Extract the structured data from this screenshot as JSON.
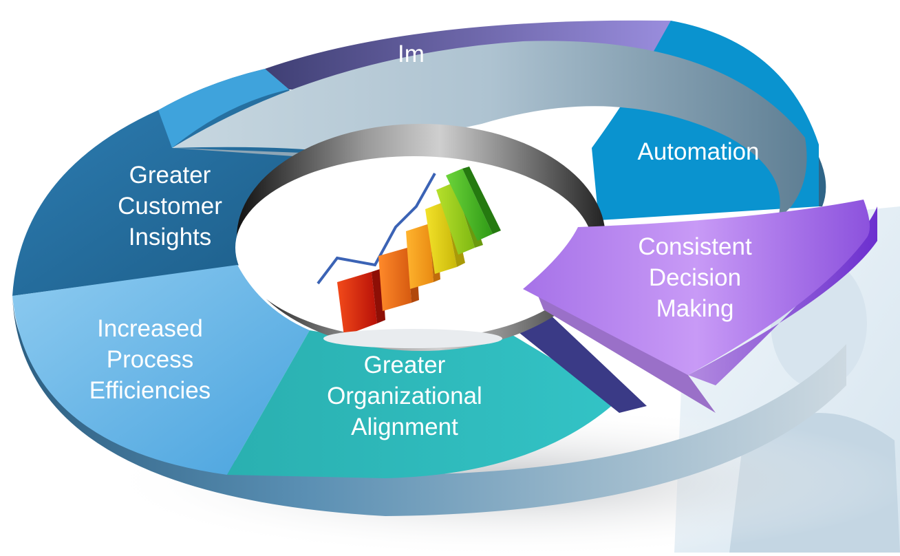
{
  "diagram": {
    "segments": [
      {
        "id": "improved",
        "label": "Im",
        "color": "#4f4d8a"
      },
      {
        "id": "automation",
        "label": "Automation",
        "color": "#0a93cf"
      },
      {
        "id": "decision",
        "label": "Consistent\nDecision\nMaking",
        "color": "#c58cf5"
      },
      {
        "id": "alignment",
        "label": "Greater\nOrganizational\nAlignment",
        "color": "#2bbdc0"
      },
      {
        "id": "process",
        "label": "Increased\nProcess\nEfficiencies",
        "color": "#5aaee2"
      },
      {
        "id": "customer",
        "label": "Greater\nCustomer\nInsights",
        "color": "#1f6a97"
      }
    ],
    "center_icon": "growth-bar-chart-icon",
    "arrow_color": "#bcd0dc",
    "background_photo": "businessman-photo"
  }
}
